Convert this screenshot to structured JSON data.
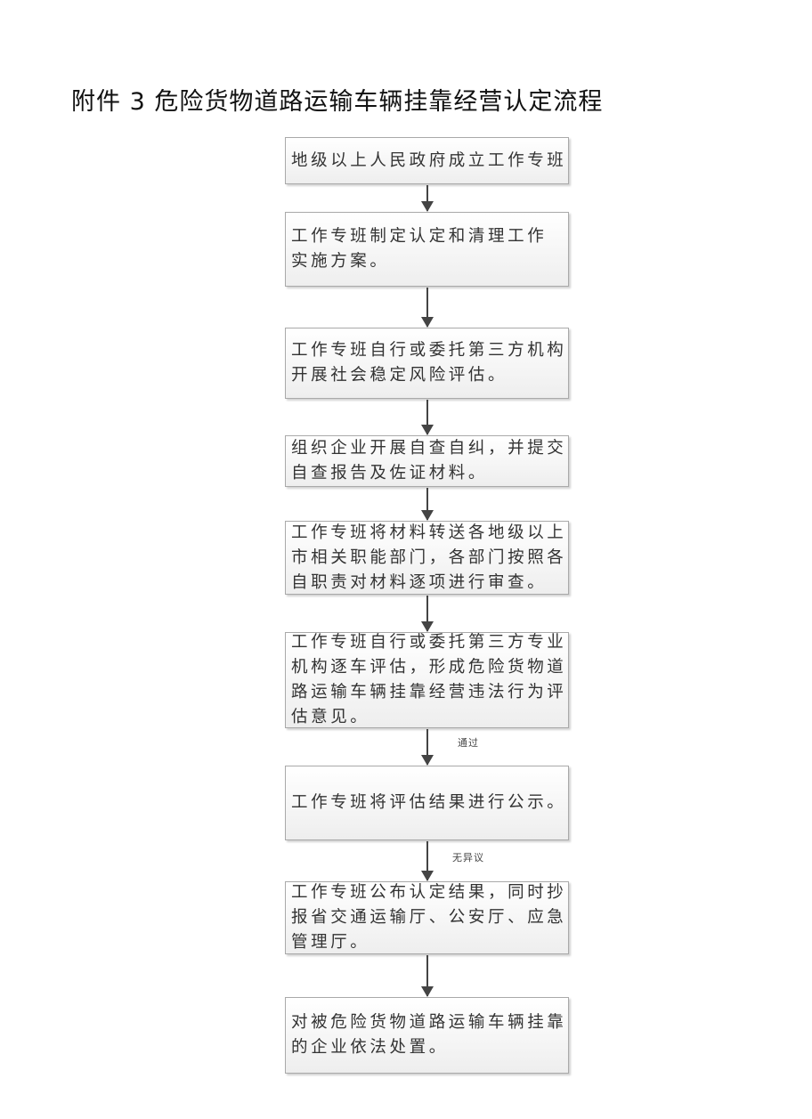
{
  "title": "附件 3 危险货物道路运输车辆挂靠经营认定流程",
  "steps": [
    {
      "lines": [
        "地级以上人民政府成立工作专班"
      ]
    },
    {
      "lines": [
        "工作专班制定认定和清理工作",
        "实施方案。"
      ]
    },
    {
      "lines": [
        "工作专班自行或委托第三方机构",
        "开展社会稳定风险评估。"
      ]
    },
    {
      "lines": [
        "组织企业开展自查自纠，并提交",
        "自查报告及佐证材料。"
      ]
    },
    {
      "lines": [
        "工作专班将材料转送各地级以上",
        "市相关职能部门，各部门按照各",
        "自职责对材料逐项进行审查。"
      ]
    },
    {
      "lines": [
        "工作专班自行或委托第三方专业",
        "机构逐车评估，形成危险货物道",
        "路运输车辆挂靠经营违法行为评",
        "估意见。"
      ]
    },
    {
      "lines": [
        "工作专班将评估结果进行公示。"
      ]
    },
    {
      "lines": [
        "工作专班公布认定结果，同时抄",
        "报省交通运输厅、公安厅、应急",
        "管理厅。"
      ]
    },
    {
      "lines": [
        "对被危险货物道路运输车辆挂靠",
        "的企业依法处置。"
      ]
    }
  ],
  "edge_labels": {
    "pass": "通过",
    "no_objection": "无异议"
  }
}
